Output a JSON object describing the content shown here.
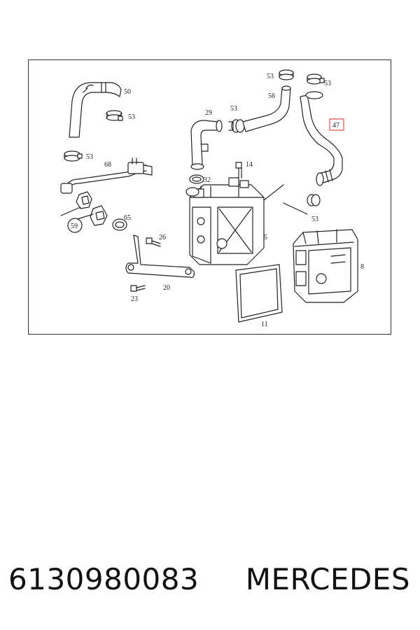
{
  "callouts": [
    {
      "id": "c50",
      "text": "50"
    },
    {
      "id": "c53a",
      "text": "53"
    },
    {
      "id": "c53b",
      "text": "53"
    },
    {
      "id": "c68",
      "text": "68"
    },
    {
      "id": "c59",
      "text": "59"
    },
    {
      "id": "c65",
      "text": "65"
    },
    {
      "id": "c26",
      "text": "26"
    },
    {
      "id": "c20",
      "text": "20"
    },
    {
      "id": "c23",
      "text": "23"
    },
    {
      "id": "c29",
      "text": "29"
    },
    {
      "id": "c53c",
      "text": "53"
    },
    {
      "id": "c53d",
      "text": "53"
    },
    {
      "id": "c56",
      "text": "56"
    },
    {
      "id": "c53e",
      "text": "53"
    },
    {
      "id": "c47",
      "text": "47"
    },
    {
      "id": "c14",
      "text": "14"
    },
    {
      "id": "c32",
      "text": "32"
    },
    {
      "id": "c5",
      "text": "5"
    },
    {
      "id": "c53f",
      "text": "53"
    },
    {
      "id": "c8",
      "text": "8"
    },
    {
      "id": "c11",
      "text": "11"
    }
  ],
  "highlight_color": "#e05050",
  "footer": {
    "part_number": "6130980083",
    "brand": "MERCEDES"
  }
}
